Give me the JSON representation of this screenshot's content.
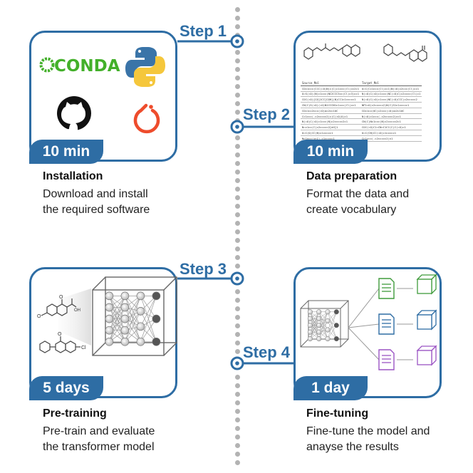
{
  "steps": [
    {
      "label": "Step 1",
      "time": "10 min",
      "title": "Installation",
      "desc_line1": "Download and install",
      "desc_line2": "the required software"
    },
    {
      "label": "Step 2",
      "time": "10 min",
      "title": "Data preparation",
      "desc_line1": "Format the data and",
      "desc_line2": "create vocabulary"
    },
    {
      "label": "Step 3",
      "time": "5 days",
      "title": "Pre-training",
      "desc_line1": "Pre-train and evaluate",
      "desc_line2": "the transformer model"
    },
    {
      "label": "Step 4",
      "time": "1 day",
      "title": "Fine-tuning",
      "desc_line1": "Fine-tune the model and",
      "desc_line2": "anayse the results"
    }
  ],
  "software": {
    "conda": "CONDA"
  },
  "molecule_labels": {
    "methoxy": "O",
    "acid_oh": "OH",
    "acid_o": "O",
    "ketone_o": "O",
    "chloro": "Cl"
  },
  "data_table": {
    "headers": [
      "Source_Mol",
      "Target_Mol"
    ],
    "rows": [
      [
        "COc1ccc(CCC(=O)N)c(C)c1ccc(Cl)cc2c1",
        "O=C(Cc1ccc(Cl)cc1)N(=O)c2ccc(Cl)cc1"
      ],
      [
        "O=S(=O)(N)c1ccc(NC2CCC3cc(Cl)c3)cc1",
        "N(=O)C(=O)c1ccc(NC(=O)C)c2cccc(Cl)c1"
      ],
      [
        "COC(=O)[C@]1CC[C@H](N)CC1c1ccccc1",
        "N(=O)C(=O)c1ccc(NC(=O)CCC)c2ccccc2"
      ],
      [
        "CN(C)S(=O)(=O)N1CCCN1c1ccc(Cl)cc1",
        "NP1=O(c2ccccc2)N(C)S1c1ccccc1"
      ],
      [
        "COc1cc2ccc(=O)oc2cc1OC",
        "COc1cc(OC)c2ccc(=O)oc2c1OC"
      ],
      [
        "Cc1ccc(-c2ccccc2)c(C(=O)O)c1",
        "N(=O)c1ccc(-c2ccccc2)cc1"
      ],
      [
        "N(=O)C(=O)c1ccc(N)c2ccccc2c1",
        "CN(C)Nc1ccc(N)c2ccccc2c1"
      ],
      [
        "N=c1cc(C)c2ccccc2[nH]1",
        "COC(=O)C1=CN=C1CC(C)C(=O)c1"
      ],
      [
        "O=C(O)CC(N)c1ccccc1",
        "O=C(CN)CC(=O)c1ccccc1"
      ],
      [
        "Nc1ncc(cn1)-c1ccccc1",
        "Cn1ccc(-c2ccccc2)n1"
      ]
    ]
  },
  "colors": {
    "accent": "#2e6da4",
    "conda_green": "#43b02a",
    "python_blue": "#3a74a8",
    "python_yellow": "#f5c73c",
    "pytorch_red": "#ee4c2c",
    "timeline_dot": "#b3b3b3",
    "output_green": "#3f9b3b",
    "output_blue": "#2e6da4",
    "output_purple": "#9b54c4"
  },
  "icons": [
    "conda-logo-icon",
    "python-logo-icon",
    "github-logo-icon",
    "pytorch-logo-icon",
    "neural-network-cube-icon",
    "document-icon",
    "output-cube-icon"
  ]
}
